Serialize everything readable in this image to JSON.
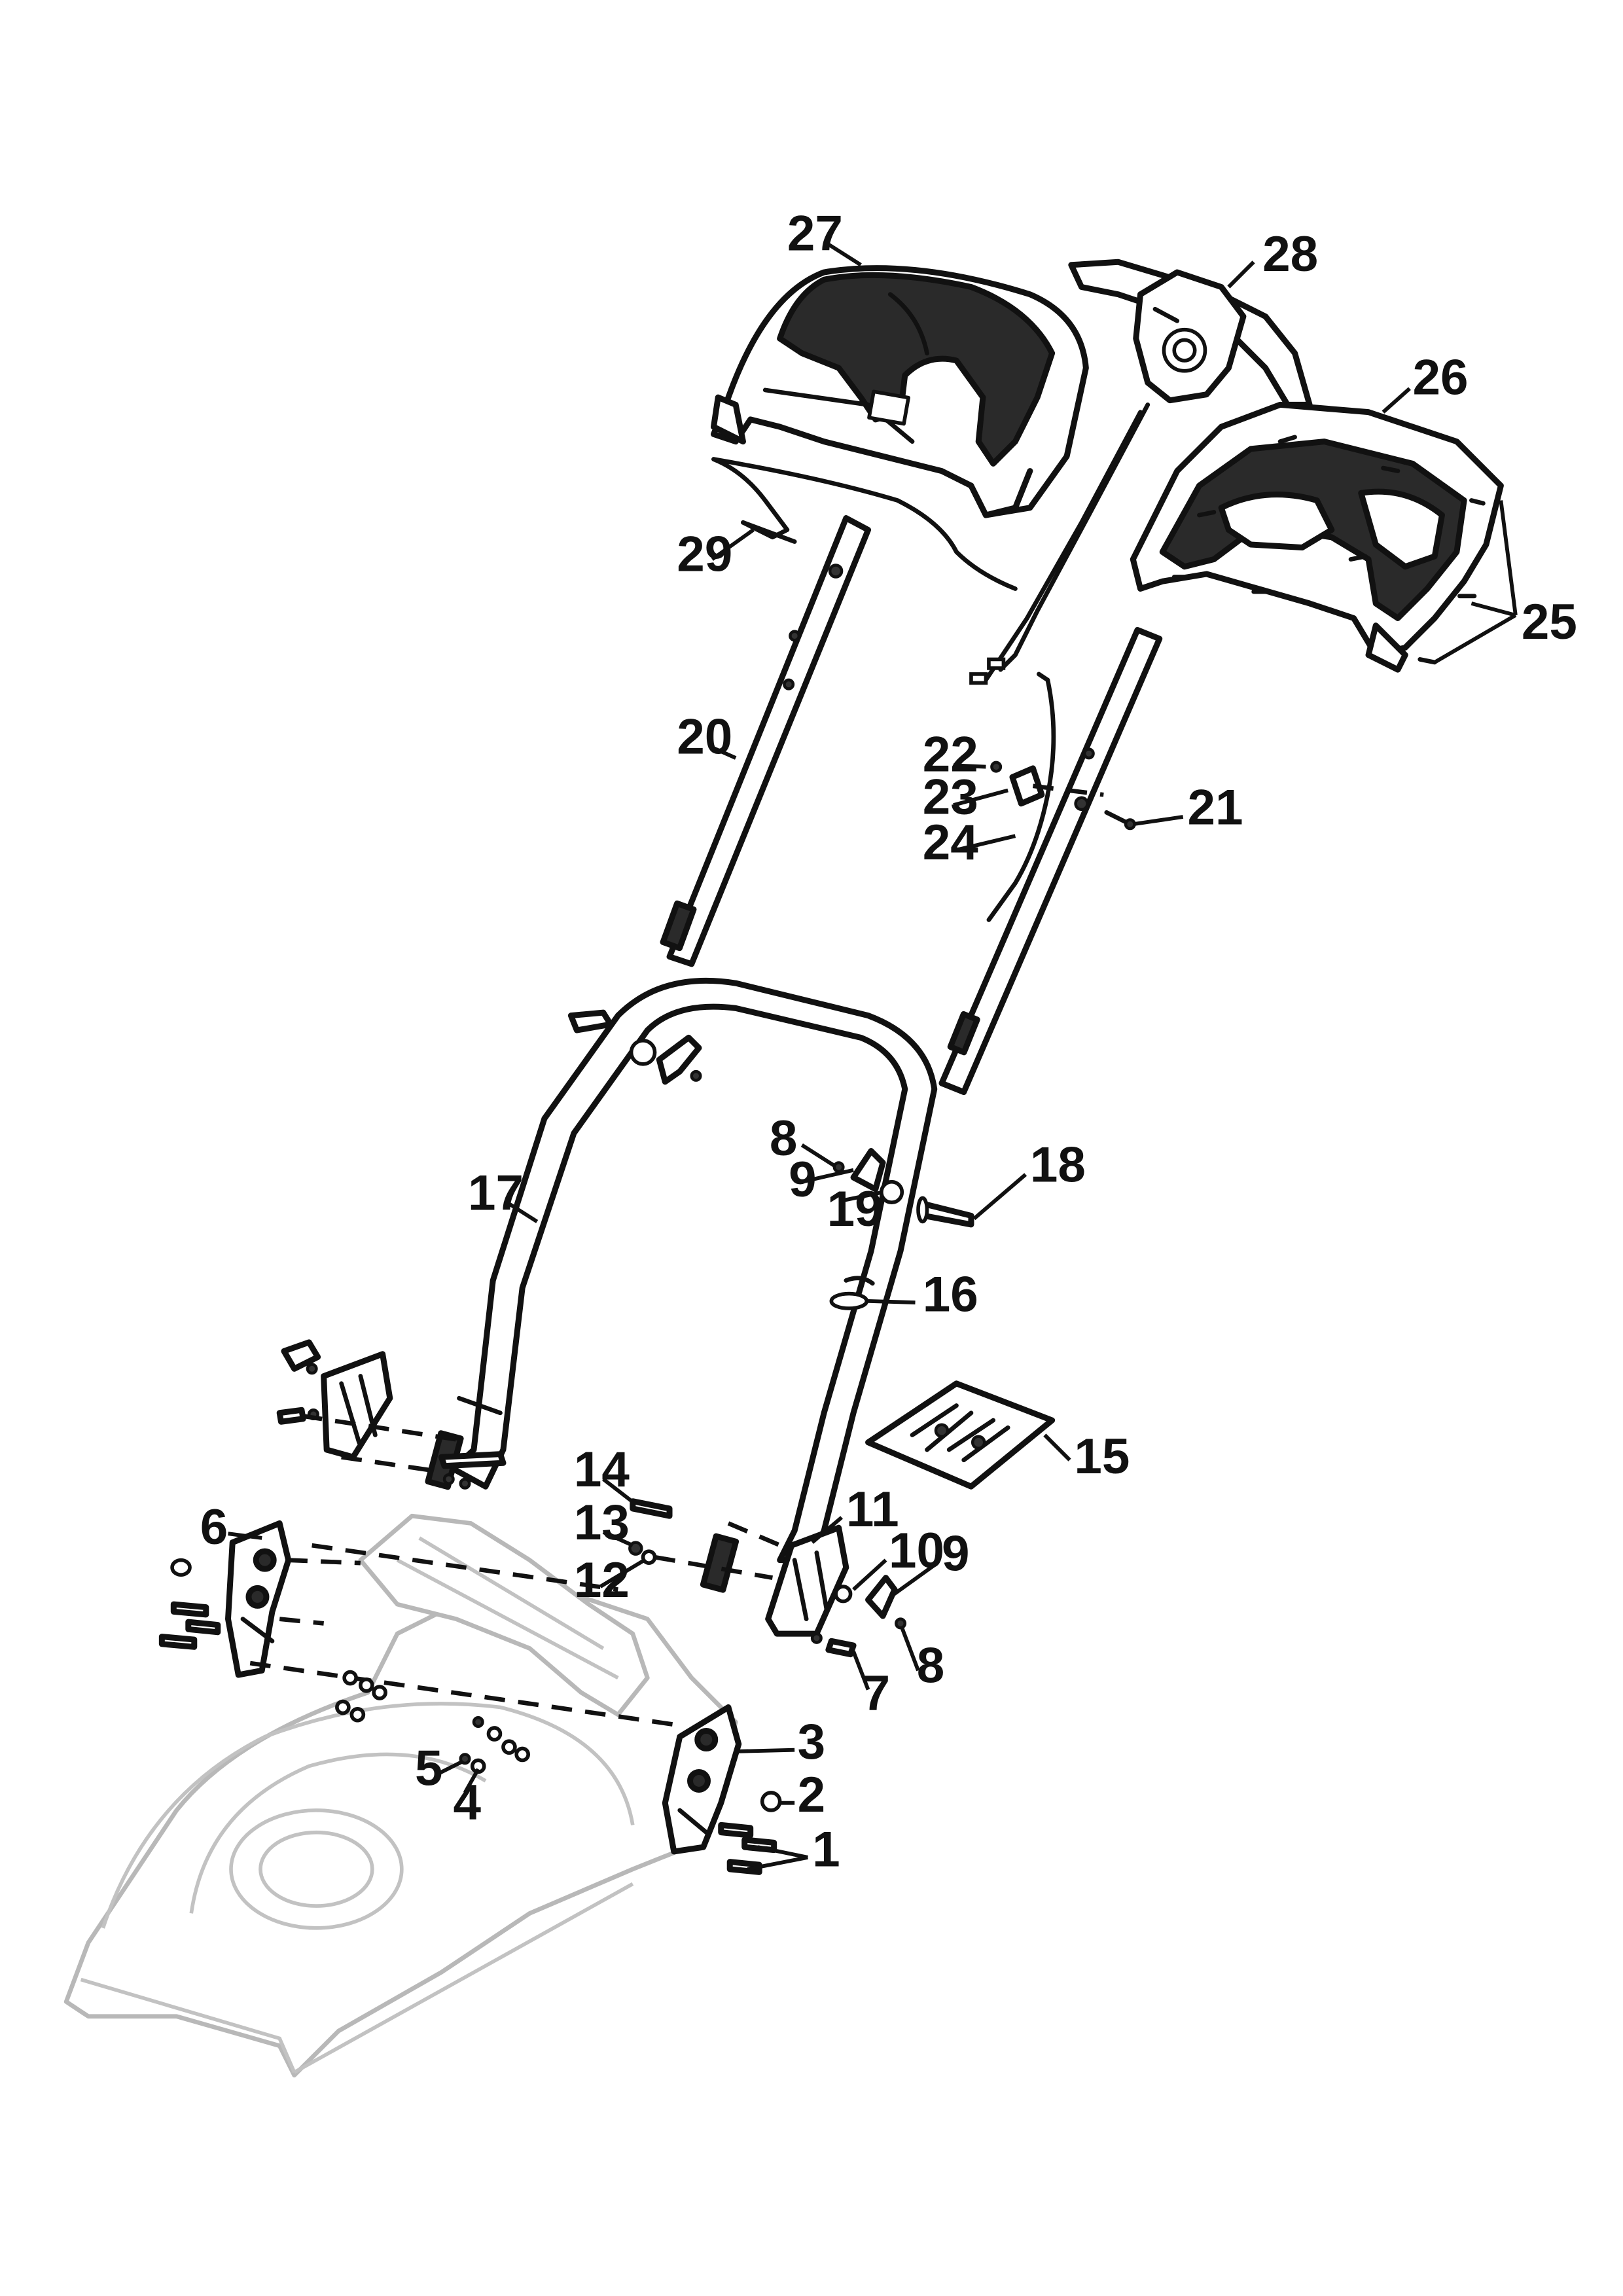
{
  "callouts": [
    {
      "id": "1",
      "label": "1"
    },
    {
      "id": "2",
      "label": "2"
    },
    {
      "id": "3",
      "label": "3"
    },
    {
      "id": "4",
      "label": "4"
    },
    {
      "id": "5",
      "label": "5"
    },
    {
      "id": "6",
      "label": "6"
    },
    {
      "id": "7",
      "label": "7"
    },
    {
      "id": "8a",
      "label": "8"
    },
    {
      "id": "8b",
      "label": "8"
    },
    {
      "id": "9a",
      "label": "9"
    },
    {
      "id": "9b",
      "label": "9"
    },
    {
      "id": "10",
      "label": "10"
    },
    {
      "id": "11",
      "label": "11"
    },
    {
      "id": "12",
      "label": "12"
    },
    {
      "id": "13",
      "label": "13"
    },
    {
      "id": "14",
      "label": "14"
    },
    {
      "id": "15",
      "label": "15"
    },
    {
      "id": "16",
      "label": "16"
    },
    {
      "id": "17",
      "label": "17"
    },
    {
      "id": "18",
      "label": "18"
    },
    {
      "id": "19",
      "label": "19"
    },
    {
      "id": "20",
      "label": "20"
    },
    {
      "id": "21",
      "label": "21"
    },
    {
      "id": "22",
      "label": "22"
    },
    {
      "id": "23",
      "label": "23"
    },
    {
      "id": "24",
      "label": "24"
    },
    {
      "id": "25",
      "label": "25"
    },
    {
      "id": "26",
      "label": "26"
    },
    {
      "id": "27",
      "label": "27"
    },
    {
      "id": "28",
      "label": "28"
    },
    {
      "id": "29",
      "label": "29"
    }
  ]
}
